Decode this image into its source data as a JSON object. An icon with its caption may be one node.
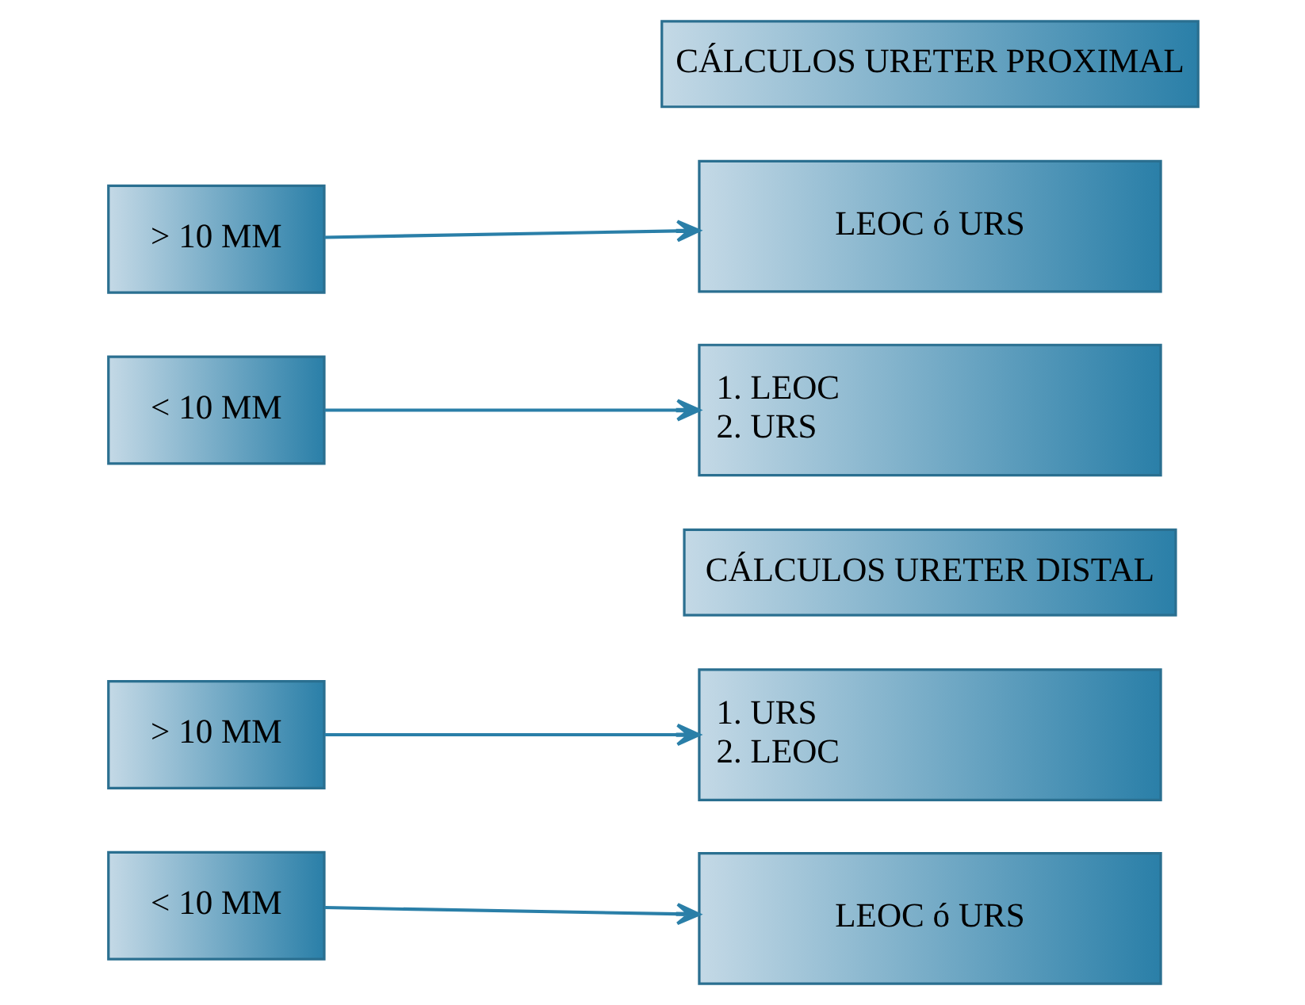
{
  "diagram": {
    "nodes": [
      {
        "text": [
          "CÁLCULOS URETER PROXIMAL"
        ]
      },
      {
        "text": [
          "> 10 MM"
        ]
      },
      {
        "text": [
          "LEOC ó URS"
        ]
      },
      {
        "text": [
          "< 10 MM"
        ]
      },
      {
        "text": [
          "1. LEOC",
          "2. URS"
        ]
      },
      {
        "text": [
          "CÁLCULOS URETER DISTAL"
        ]
      },
      {
        "text": [
          "> 10 MM"
        ]
      },
      {
        "text": [
          "1. URS",
          "2. LEOC"
        ]
      },
      {
        "text": [
          "< 10 MM"
        ]
      },
      {
        "text": [
          "LEOC ó URS"
        ]
      }
    ],
    "edges": [
      {
        "from": 1,
        "to": 2,
        "arrow": "to"
      },
      {
        "from": 3,
        "to": 4,
        "arrow": "to"
      },
      {
        "from": 6,
        "to": 7,
        "arrow": "to"
      },
      {
        "from": 8,
        "to": 9,
        "arrow": "to"
      }
    ]
  }
}
